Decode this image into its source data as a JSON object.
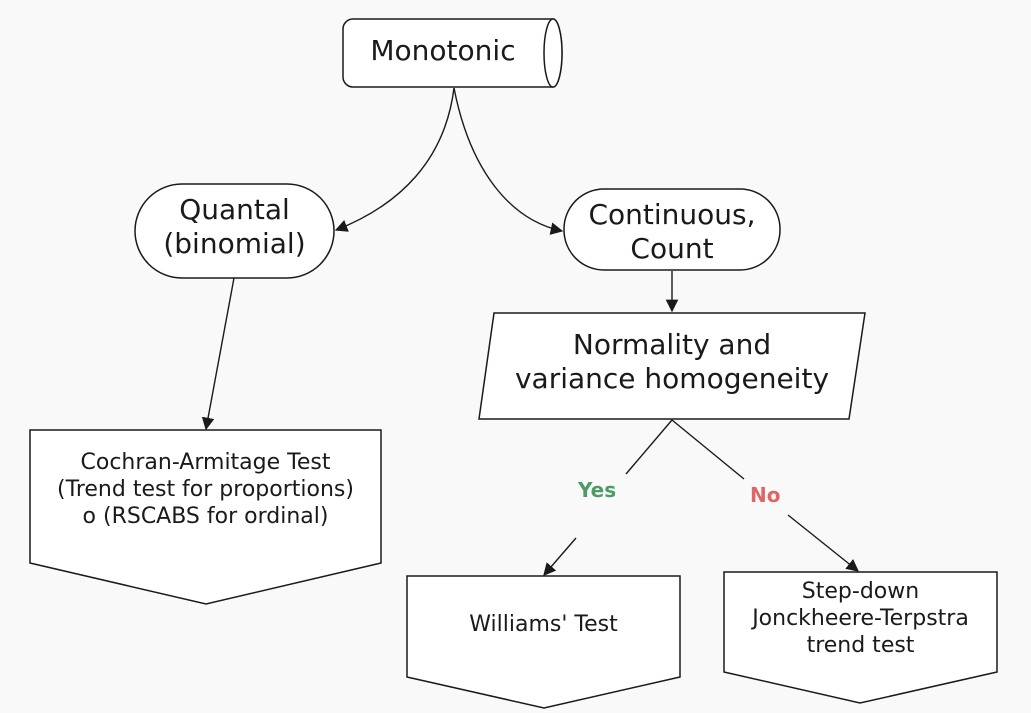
{
  "diagram": {
    "nodes": {
      "root": {
        "text": "Monotonic"
      },
      "quantal": {
        "line1": "Quantal",
        "line2": "(binomial)"
      },
      "continuous": {
        "line1": "Continuous,",
        "line2": "Count"
      },
      "normality": {
        "line1": "Normality and",
        "line2": "variance homogeneity"
      },
      "cochran": {
        "line1": "Cochran-Armitage Test",
        "line2": "(Trend test for proportions)",
        "line3": "o (RSCABS for ordinal)"
      },
      "williams": {
        "text": "Williams' Test"
      },
      "jonckheere": {
        "line1": "Step-down",
        "line2": "Jonckheere-Terpstra",
        "line3": "trend test"
      }
    },
    "edges": {
      "yes_label": "Yes",
      "no_label": "No"
    },
    "colors": {
      "yes": "#4e9a64",
      "no": "#e06666",
      "stroke": "#1a1a1a",
      "fill": "#ffffff",
      "background": "#f9f9f9"
    }
  }
}
